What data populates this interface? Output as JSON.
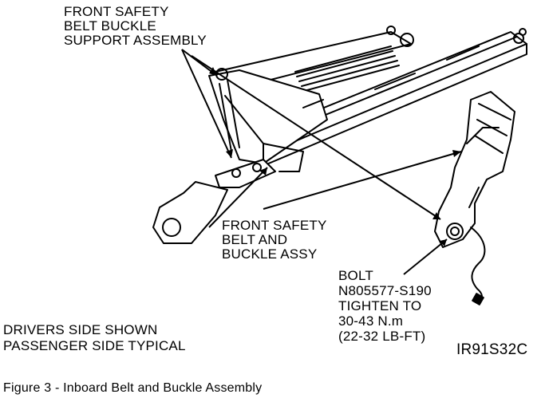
{
  "labels": {
    "support_assembly": [
      "FRONT SAFETY",
      "BELT BUCKLE",
      "SUPPORT ASSEMBLY"
    ],
    "belt_buckle_assy": [
      "FRONT SAFETY",
      "BELT AND",
      "BUCKLE ASSY"
    ],
    "bolt": [
      "BOLT",
      "N805577-S190",
      "TIGHTEN TO",
      "30-43 N.m",
      "(22-32 LB-FT)"
    ],
    "drivers_note": [
      "DRIVERS SIDE SHOWN",
      "PASSENGER SIDE TYPICAL"
    ]
  },
  "figure_code": "IR91S32C",
  "caption": "Figure 3 - Inboard Belt and Buckle Assembly",
  "colors": {
    "ink": "#000000",
    "paper": "#ffffff"
  }
}
